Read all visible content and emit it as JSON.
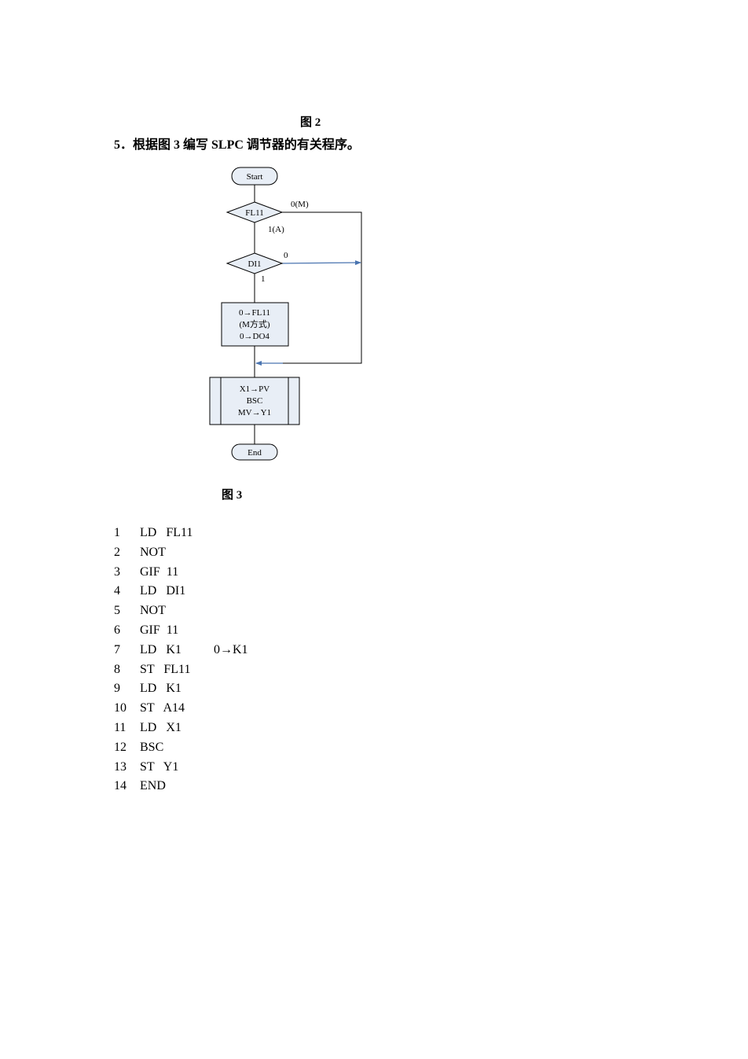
{
  "figure2_caption": "图 2",
  "question": "5．根据图 3 编写 SLPC 调节器的有关程序。",
  "flowchart": {
    "start": "Start",
    "decision1": "FL11",
    "decision1_right_label": "0(M)",
    "decision1_down_label": "1(A)",
    "decision2": "DI1",
    "decision2_right_label": "0",
    "decision2_down_label": "1",
    "process1_lines": [
      "0→FL11",
      "(M方式)",
      "0→DO4"
    ],
    "process2_lines": [
      "X1→PV",
      "BSC",
      "MV→Y1"
    ],
    "end": "End",
    "colors": {
      "box_fill": "#e8eef6",
      "arrow_blue": "#4a74b0",
      "stroke": "#000000"
    }
  },
  "figure3_caption": "图 3",
  "program": [
    {
      "num": "1",
      "instr": "LD   FL11",
      "comment": ""
    },
    {
      "num": "2",
      "instr": "NOT",
      "comment": ""
    },
    {
      "num": "3",
      "instr": "GIF  11",
      "comment": ""
    },
    {
      "num": "4",
      "instr": "LD   DI1",
      "comment": ""
    },
    {
      "num": "5",
      "instr": "NOT",
      "comment": ""
    },
    {
      "num": "6",
      "instr": "GIF  11",
      "comment": ""
    },
    {
      "num": "7",
      "instr": "LD   K1",
      "comment": "0→K1"
    },
    {
      "num": "8",
      "instr": "ST   FL11",
      "comment": ""
    },
    {
      "num": "9",
      "instr": "LD   K1",
      "comment": ""
    },
    {
      "num": "10",
      "instr": "ST   A14",
      "comment": ""
    },
    {
      "num": "11",
      "instr": "LD   X1",
      "comment": ""
    },
    {
      "num": "12",
      "instr": "BSC",
      "comment": ""
    },
    {
      "num": "13",
      "instr": "ST   Y1",
      "comment": ""
    },
    {
      "num": "14",
      "instr": "END",
      "comment": ""
    }
  ]
}
